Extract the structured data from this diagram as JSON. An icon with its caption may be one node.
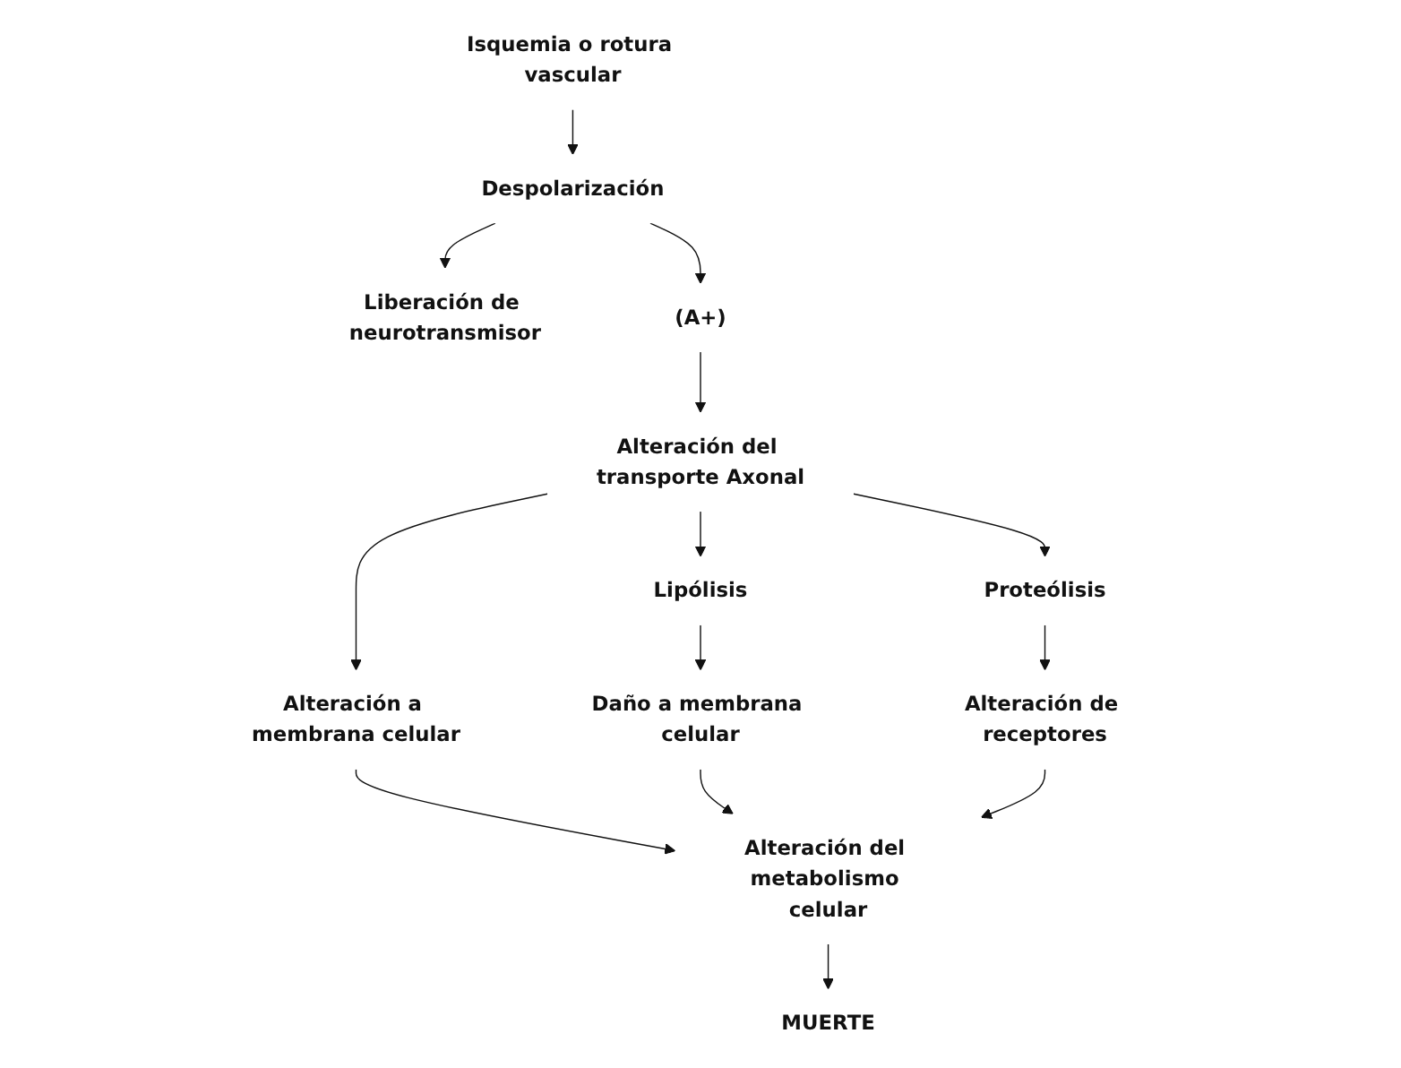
{
  "diagram": {
    "nodes": [
      {
        "text": [
          "Isquemia o rotura vascular"
        ]
      },
      {
        "text": [
          "Despolarización"
        ]
      },
      {
        "text": [
          "Liberación de neurotransmisor"
        ]
      },
      {
        "text": [
          "(A+)"
        ]
      },
      {
        "text": [
          "Lipólisis"
        ]
      },
      {
        "text": [
          "Alteración del transporte Axonal"
        ]
      },
      {
        "text": [
          "Proteólisis"
        ]
      },
      {
        "text": [
          "Daño a membrana celular"
        ]
      },
      {
        "text": [
          "Alteración a membrana celular"
        ]
      },
      {
        "text": [
          "Alteración de receptores"
        ]
      },
      {
        "text": [
          "Alteración del metabolismo celular"
        ]
      },
      {
        "text": [
          "MUERTE"
        ]
      }
    ],
    "edges": [
      {
        "from": 0,
        "to": 1,
        "arrow": "to"
      },
      {
        "from": 1,
        "to": 2,
        "arrow": "to"
      },
      {
        "from": 1,
        "to": 3,
        "arrow": "to"
      },
      {
        "from": 3,
        "to": 5,
        "arrow": "to"
      },
      {
        "from": 5,
        "to": 4,
        "arrow": "to"
      },
      {
        "from": 5,
        "to": 8,
        "arrow": "to"
      },
      {
        "from": 5,
        "to": 6,
        "arrow": "to"
      },
      {
        "from": 4,
        "to": 7,
        "arrow": "to"
      },
      {
        "from": 8,
        "to": 10,
        "arrow": "to"
      },
      {
        "from": 6,
        "to": 9,
        "arrow": "to"
      },
      {
        "from": 7,
        "to": 10,
        "arrow": "to"
      },
      {
        "from": 9,
        "to": 10,
        "arrow": "to"
      },
      {
        "from": 10,
        "to": 11,
        "arrow": "to"
      }
    ]
  }
}
